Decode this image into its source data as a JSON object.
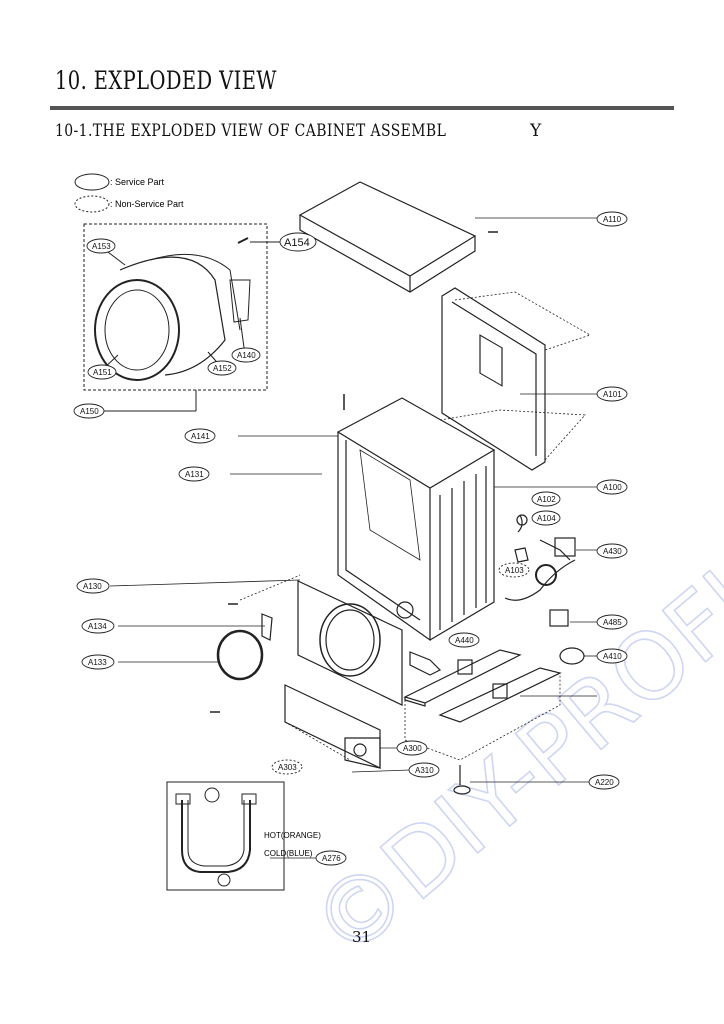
{
  "header": {
    "title": "10. EXPLODED VIEW",
    "subtitle": "10-1.THE EXPLODED VIEW OF CABINET ASSEMBL",
    "subtitle_tail": "Y"
  },
  "legend": {
    "service": ": Service Part",
    "non_service": ": Non-Service Part"
  },
  "watermark": "©DIY-PROFI.cz",
  "labels": {
    "A110": "A110",
    "A101": "A101",
    "A100": "A100",
    "A102": "A102",
    "A104": "A104",
    "A103": "A103",
    "A430": "A430",
    "A485": "A485",
    "A410": "A410",
    "A440": "A440",
    "A220": "A220",
    "A300": "A300",
    "A310": "A310",
    "A303": "A303",
    "A276": "A276",
    "A130": "A130",
    "A134": "A134",
    "A133": "A133",
    "A131": "A131",
    "A141": "A141",
    "A150": "A150",
    "A151": "A151",
    "A152": "A152",
    "A153": "A153",
    "A154": "A154",
    "A140": "A140"
  },
  "hose": {
    "hot": "HOT(ORANGE)",
    "cold": "COLD(BLUE)"
  },
  "footer": {
    "page_number": "31"
  }
}
